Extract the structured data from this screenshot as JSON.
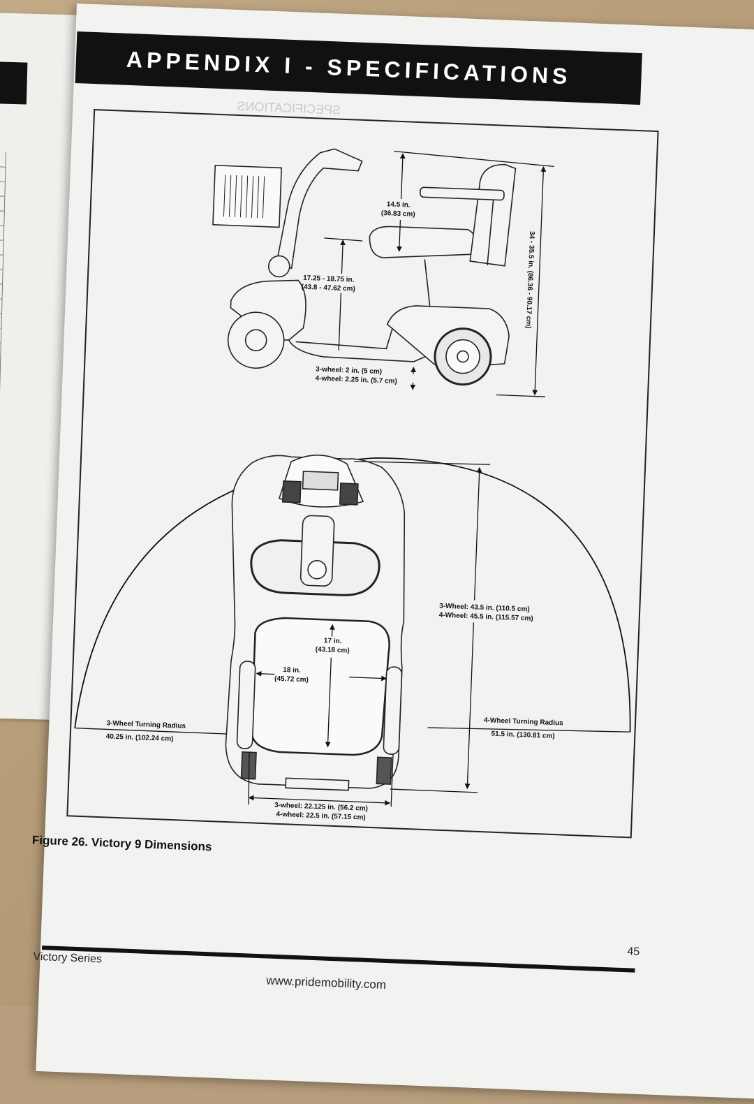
{
  "page": {
    "header": "APPENDIX I - SPECIFICATIONS",
    "figure_caption": "Figure 26. Victory 9 Dimensions",
    "footer_series": "Victory Series",
    "page_number": "45",
    "website": "www.pridemobility.com"
  },
  "side_view": {
    "armrest_height": {
      "line1": "14.5 in.",
      "line2": "(36.83 cm)"
    },
    "seat_height": {
      "line1": "17.25 - 18.75 in.",
      "line2": "(43.8 - 47.62 cm)"
    },
    "ground_clearance": {
      "line1": "3-wheel: 2 in. (5 cm)",
      "line2": "4-wheel: 2.25 in. (5.7 cm)"
    },
    "overall_height": "34 - 35.5 in. (86.36 - 90.17 cm)"
  },
  "top_view": {
    "overall_length": {
      "line1": "3-Wheel: 43.5 in. (110.5 cm)",
      "line2": "4-Wheel: 45.5 in. (115.57 cm)"
    },
    "seat_depth": {
      "line1": "17 in.",
      "line2": "(43.18 cm)"
    },
    "seat_width": {
      "line1": "18 in.",
      "line2": "(45.72 cm)"
    },
    "turning_3": {
      "line1": "3-Wheel Turning Radius",
      "line2": "40.25 in. (102.24 cm)"
    },
    "turning_4": {
      "line1": "4-Wheel Turning Radius",
      "line2": "51.5 in. (130.81 cm)"
    },
    "overall_width": {
      "line1": "3-wheel: 22.125 in. (56.2 cm)",
      "line2": "4-wheel: 22.5 in. (57.15 cm)"
    }
  }
}
